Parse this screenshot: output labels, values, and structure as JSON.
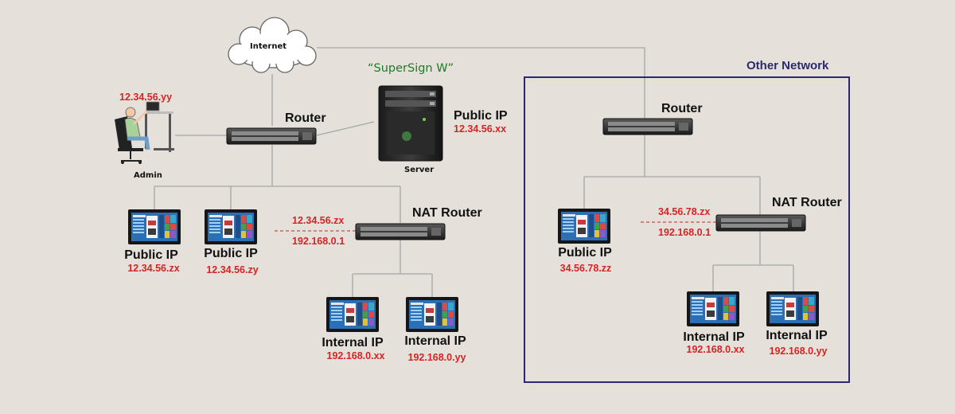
{
  "colors": {
    "background": "#e5e1da",
    "line": "#a6a6a6",
    "ip_text": "#d42424",
    "box_border": "#2c2a6e",
    "title_green": "#1f7a2a"
  },
  "cloud": {
    "label": "Internet"
  },
  "server": {
    "title": "“SuperSign W”",
    "caption": "Server",
    "ip_label": "Public IP",
    "ip": "12.34.56.xx"
  },
  "admin": {
    "ip": "12.34.56.yy",
    "label": "Admin"
  },
  "main_router": {
    "label": "Router"
  },
  "nat_router": {
    "label": "NAT Router",
    "wan_ip": "12.34.56.zx",
    "lan_ip": "192.168.0.1"
  },
  "public_displays": [
    {
      "label": "Public IP",
      "ip": "12.34.56.zx"
    },
    {
      "label": "Public IP",
      "ip": "12.34.56.zy"
    }
  ],
  "internal_displays": [
    {
      "label": "Internal IP",
      "ip": "192.168.0.xx"
    },
    {
      "label": "Internal IP",
      "ip": "192.168.0.yy"
    }
  ],
  "other_network": {
    "title": "Other Network",
    "router_label": "Router",
    "nat_router": {
      "label": "NAT Router",
      "wan_ip": "34.56.78.zx",
      "lan_ip": "192.168.0.1"
    },
    "public_display": {
      "label": "Public IP",
      "ip": "34.56.78.zz"
    },
    "internal_displays": [
      {
        "label": "Internal IP",
        "ip": "192.168.0.xx"
      },
      {
        "label": "Internal IP",
        "ip": "192.168.0.yy"
      }
    ]
  }
}
